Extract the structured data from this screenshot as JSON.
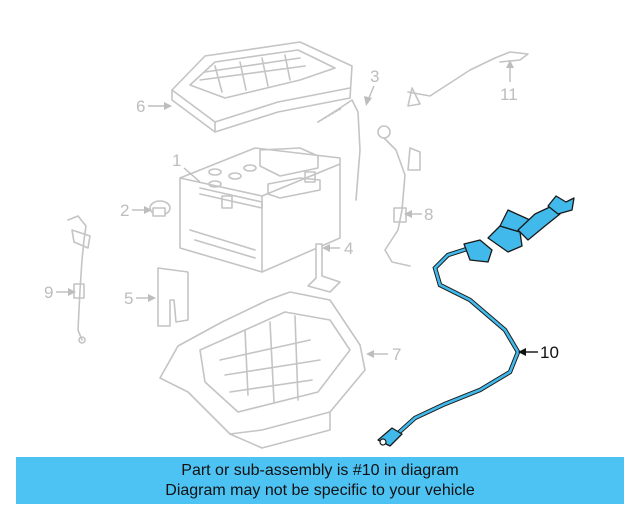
{
  "callouts": {
    "c1": "1",
    "c2": "2",
    "c3": "3",
    "c4": "4",
    "c5": "5",
    "c6": "6",
    "c7": "7",
    "c8": "8",
    "c9": "9",
    "c10": "10",
    "c11": "11"
  },
  "highlighted_part": "10",
  "banner": {
    "line1": "Part or sub-assembly is #10 in diagram",
    "line2": "Diagram may not be specific to your vehicle"
  },
  "colors": {
    "highlight": "#41b9ea",
    "banner_bg": "#4dc3f4",
    "part_outline": "#c4c4c4"
  }
}
